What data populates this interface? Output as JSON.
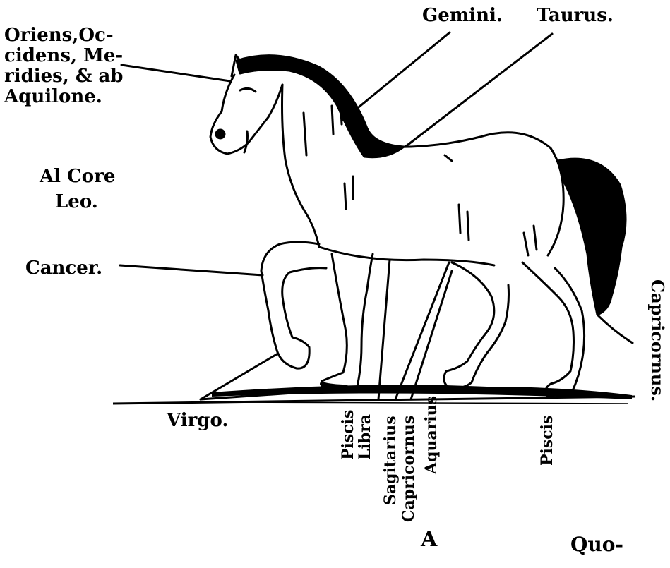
{
  "labels": {
    "oriens": [
      "Oriens,Oc-",
      "cidens, Me-",
      "ridies, & ab",
      "Aquilone."
    ],
    "al_core": "Al Core",
    "leo": "Leo.",
    "cancer": "Cancer.",
    "gemini": "Gemini.",
    "taurus": "Taurus.",
    "virgo": "Virgo.",
    "capricornus_right": "Capricornus.",
    "piscis_front": "Piscis",
    "libra": "Libra",
    "sagittarius": "Sagitarius",
    "capricornus_leg": "Capricornus",
    "aquarius": "Aquarius",
    "piscis_back": "Piscis",
    "signature": "A",
    "catchword": "Quo-"
  },
  "colors": {
    "ink": "#000000",
    "paper": "#ffffff"
  }
}
